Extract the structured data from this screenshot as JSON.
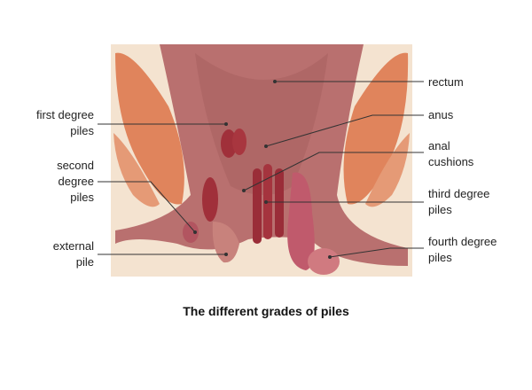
{
  "labels": {
    "rectum": "rectum",
    "anus": "anus",
    "anal_cushions": [
      "anal",
      "cushions"
    ],
    "third_degree": [
      "third degree",
      "piles"
    ],
    "fourth_degree": [
      "fourth degree",
      "piles"
    ],
    "first_degree": [
      "first degree",
      "piles"
    ],
    "second_degree": [
      "second",
      "degree",
      "piles"
    ],
    "external": [
      "external",
      "pile"
    ]
  },
  "caption": "The different grades of piles",
  "colors": {
    "tissue": "#b9706f",
    "muscle": "#e0845c",
    "skin": "#f3e1cd",
    "pile": "#a0303a"
  }
}
